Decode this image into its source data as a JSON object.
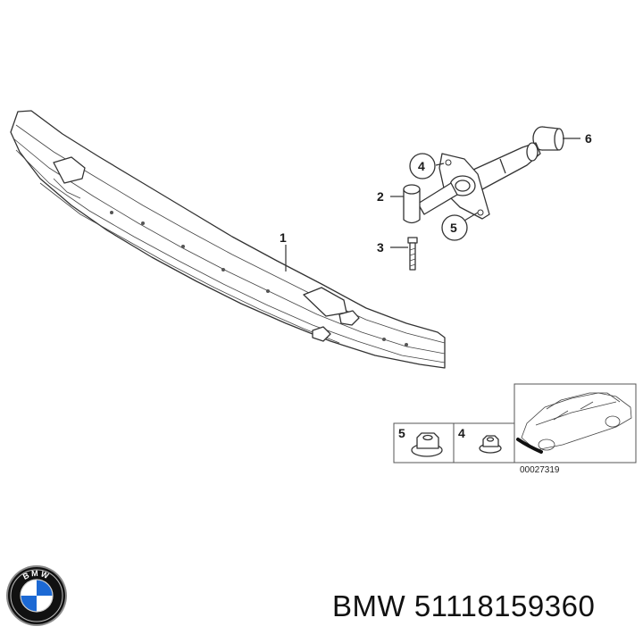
{
  "diagram": {
    "callouts": [
      {
        "id": "1",
        "label": "1"
      },
      {
        "id": "2",
        "label": "2"
      },
      {
        "id": "3",
        "label": "3"
      },
      {
        "id": "4",
        "label": "4"
      },
      {
        "id": "5",
        "label": "5"
      },
      {
        "id": "6",
        "label": "6"
      }
    ],
    "inset": {
      "items": [
        {
          "label": "5"
        },
        {
          "label": "4"
        }
      ],
      "reference_number": "00027319"
    }
  },
  "footer": {
    "brand": "BMW",
    "part_number": "51118159360",
    "text": "BMW 51118159360"
  },
  "logo": {
    "icon": "bmw-roundel-icon",
    "letters": "BMW",
    "colors": {
      "blue": "#1c69d4",
      "ring": "#111111",
      "white": "#ffffff"
    }
  }
}
